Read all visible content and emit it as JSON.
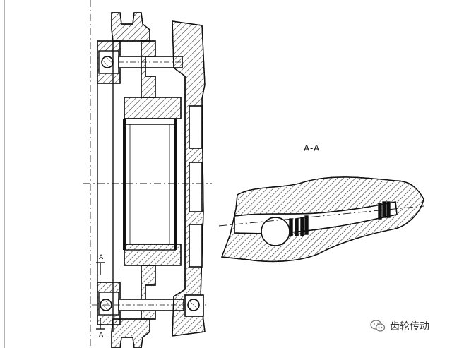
{
  "section_view": {
    "title": "A-A"
  },
  "section_marks": {
    "top": "A",
    "bottom": "A"
  },
  "watermark": {
    "text": "齿轮传动",
    "icon": "wechat-icon"
  }
}
